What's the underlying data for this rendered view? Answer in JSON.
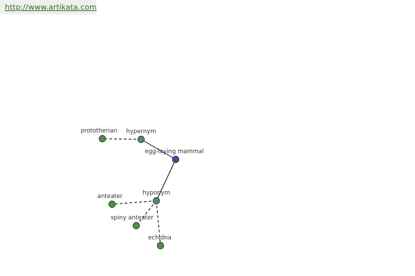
{
  "header": {
    "url": "http://www.artikata.com"
  },
  "colors": {
    "url_text": "#3b6e22",
    "label_text": "#333333",
    "edge": "#000000",
    "node_center": "#3c4f9a",
    "node_relation": "#4f8a78",
    "node_term": "#4f8f45",
    "node_stroke": "#1f2f1f"
  },
  "graph": {
    "nodes": [
      {
        "id": "egg-laying-mammal",
        "label": "egg-laying mammal",
        "kind": "center"
      },
      {
        "id": "hypernym",
        "label": "hypernym",
        "kind": "relation"
      },
      {
        "id": "hyponym",
        "label": "hyponym",
        "kind": "relation"
      },
      {
        "id": "prototherian",
        "label": "prototherian",
        "kind": "term"
      },
      {
        "id": "anteater",
        "label": "anteater",
        "kind": "term"
      },
      {
        "id": "spiny-anteater",
        "label": "spiny anteater",
        "kind": "term"
      },
      {
        "id": "echidna",
        "label": "echidna",
        "kind": "term"
      }
    ],
    "edges": [
      {
        "from": "egg-laying-mammal",
        "to": "hypernym",
        "style": "solid"
      },
      {
        "from": "egg-laying-mammal",
        "to": "hyponym",
        "style": "solid"
      },
      {
        "from": "hypernym",
        "to": "prototherian",
        "style": "dashed"
      },
      {
        "from": "hyponym",
        "to": "anteater",
        "style": "dashed"
      },
      {
        "from": "hyponym",
        "to": "spiny-anteater",
        "style": "dashed"
      },
      {
        "from": "hyponym",
        "to": "echidna",
        "style": "dashed"
      }
    ]
  }
}
